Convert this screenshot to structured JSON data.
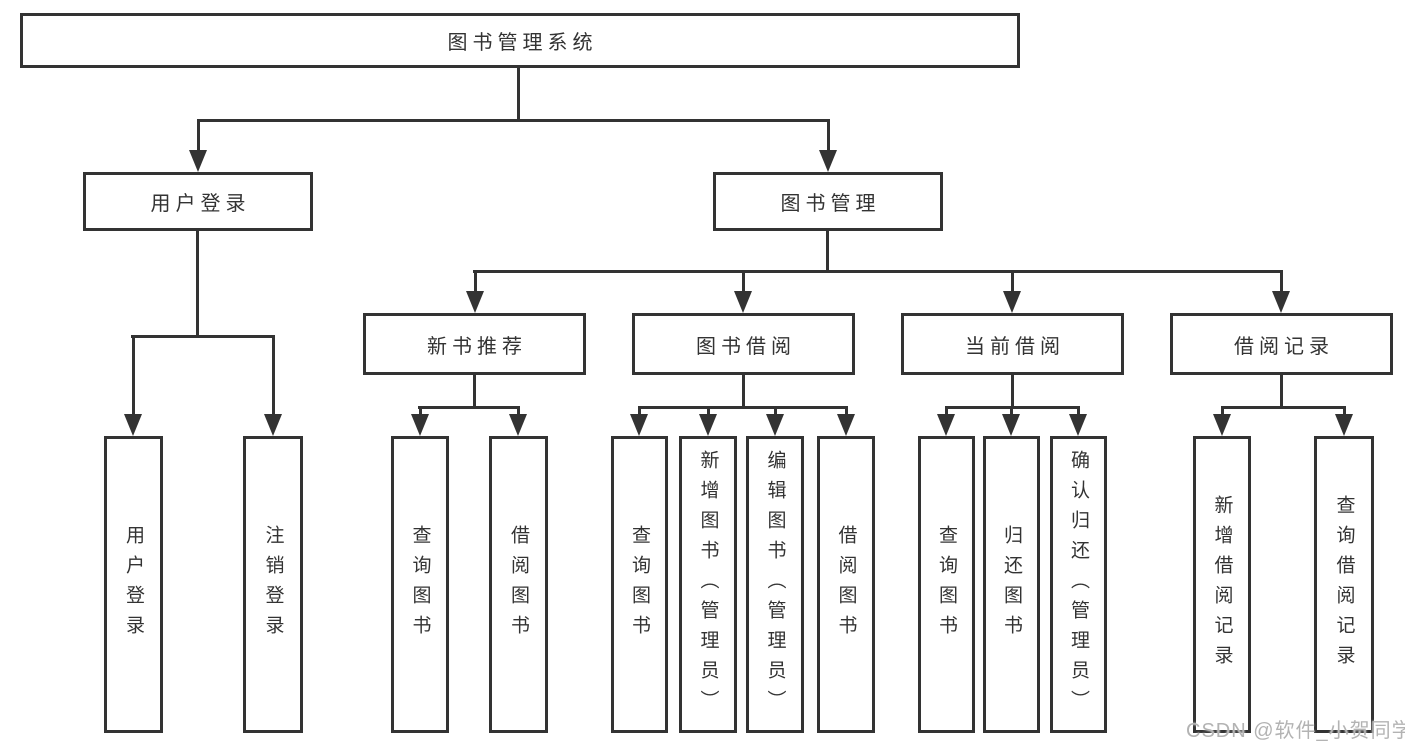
{
  "diagram": {
    "root_label": "图书管理系统",
    "level2": [
      {
        "label": "用户登录"
      },
      {
        "label": "图书管理"
      }
    ],
    "level3": [
      {
        "label": "新书推荐"
      },
      {
        "label": "图书借阅"
      },
      {
        "label": "当前借阅"
      },
      {
        "label": "借阅记录"
      }
    ],
    "leaves": {
      "login": [
        {
          "label": "用户登录"
        },
        {
          "label": "注销登录"
        }
      ],
      "recommend": [
        {
          "label": "查询图书"
        },
        {
          "label": "借阅图书"
        }
      ],
      "borrow": [
        {
          "label": "查询图书"
        },
        {
          "label": "新增图书（管理员）"
        },
        {
          "label": "编辑图书（管理员）"
        },
        {
          "label": "借阅图书"
        }
      ],
      "current": [
        {
          "label": "查询图书"
        },
        {
          "label": "归还图书"
        },
        {
          "label": "确认归还（管理员）"
        }
      ],
      "records": [
        {
          "label": "新增借阅记录"
        },
        {
          "label": "查询借阅记录"
        }
      ]
    }
  },
  "watermark": "CSDN @软件_小贺同学",
  "colors": {
    "line": "#333333",
    "text": "#333333",
    "background": "#ffffff",
    "watermark": "#b3b3b3"
  }
}
